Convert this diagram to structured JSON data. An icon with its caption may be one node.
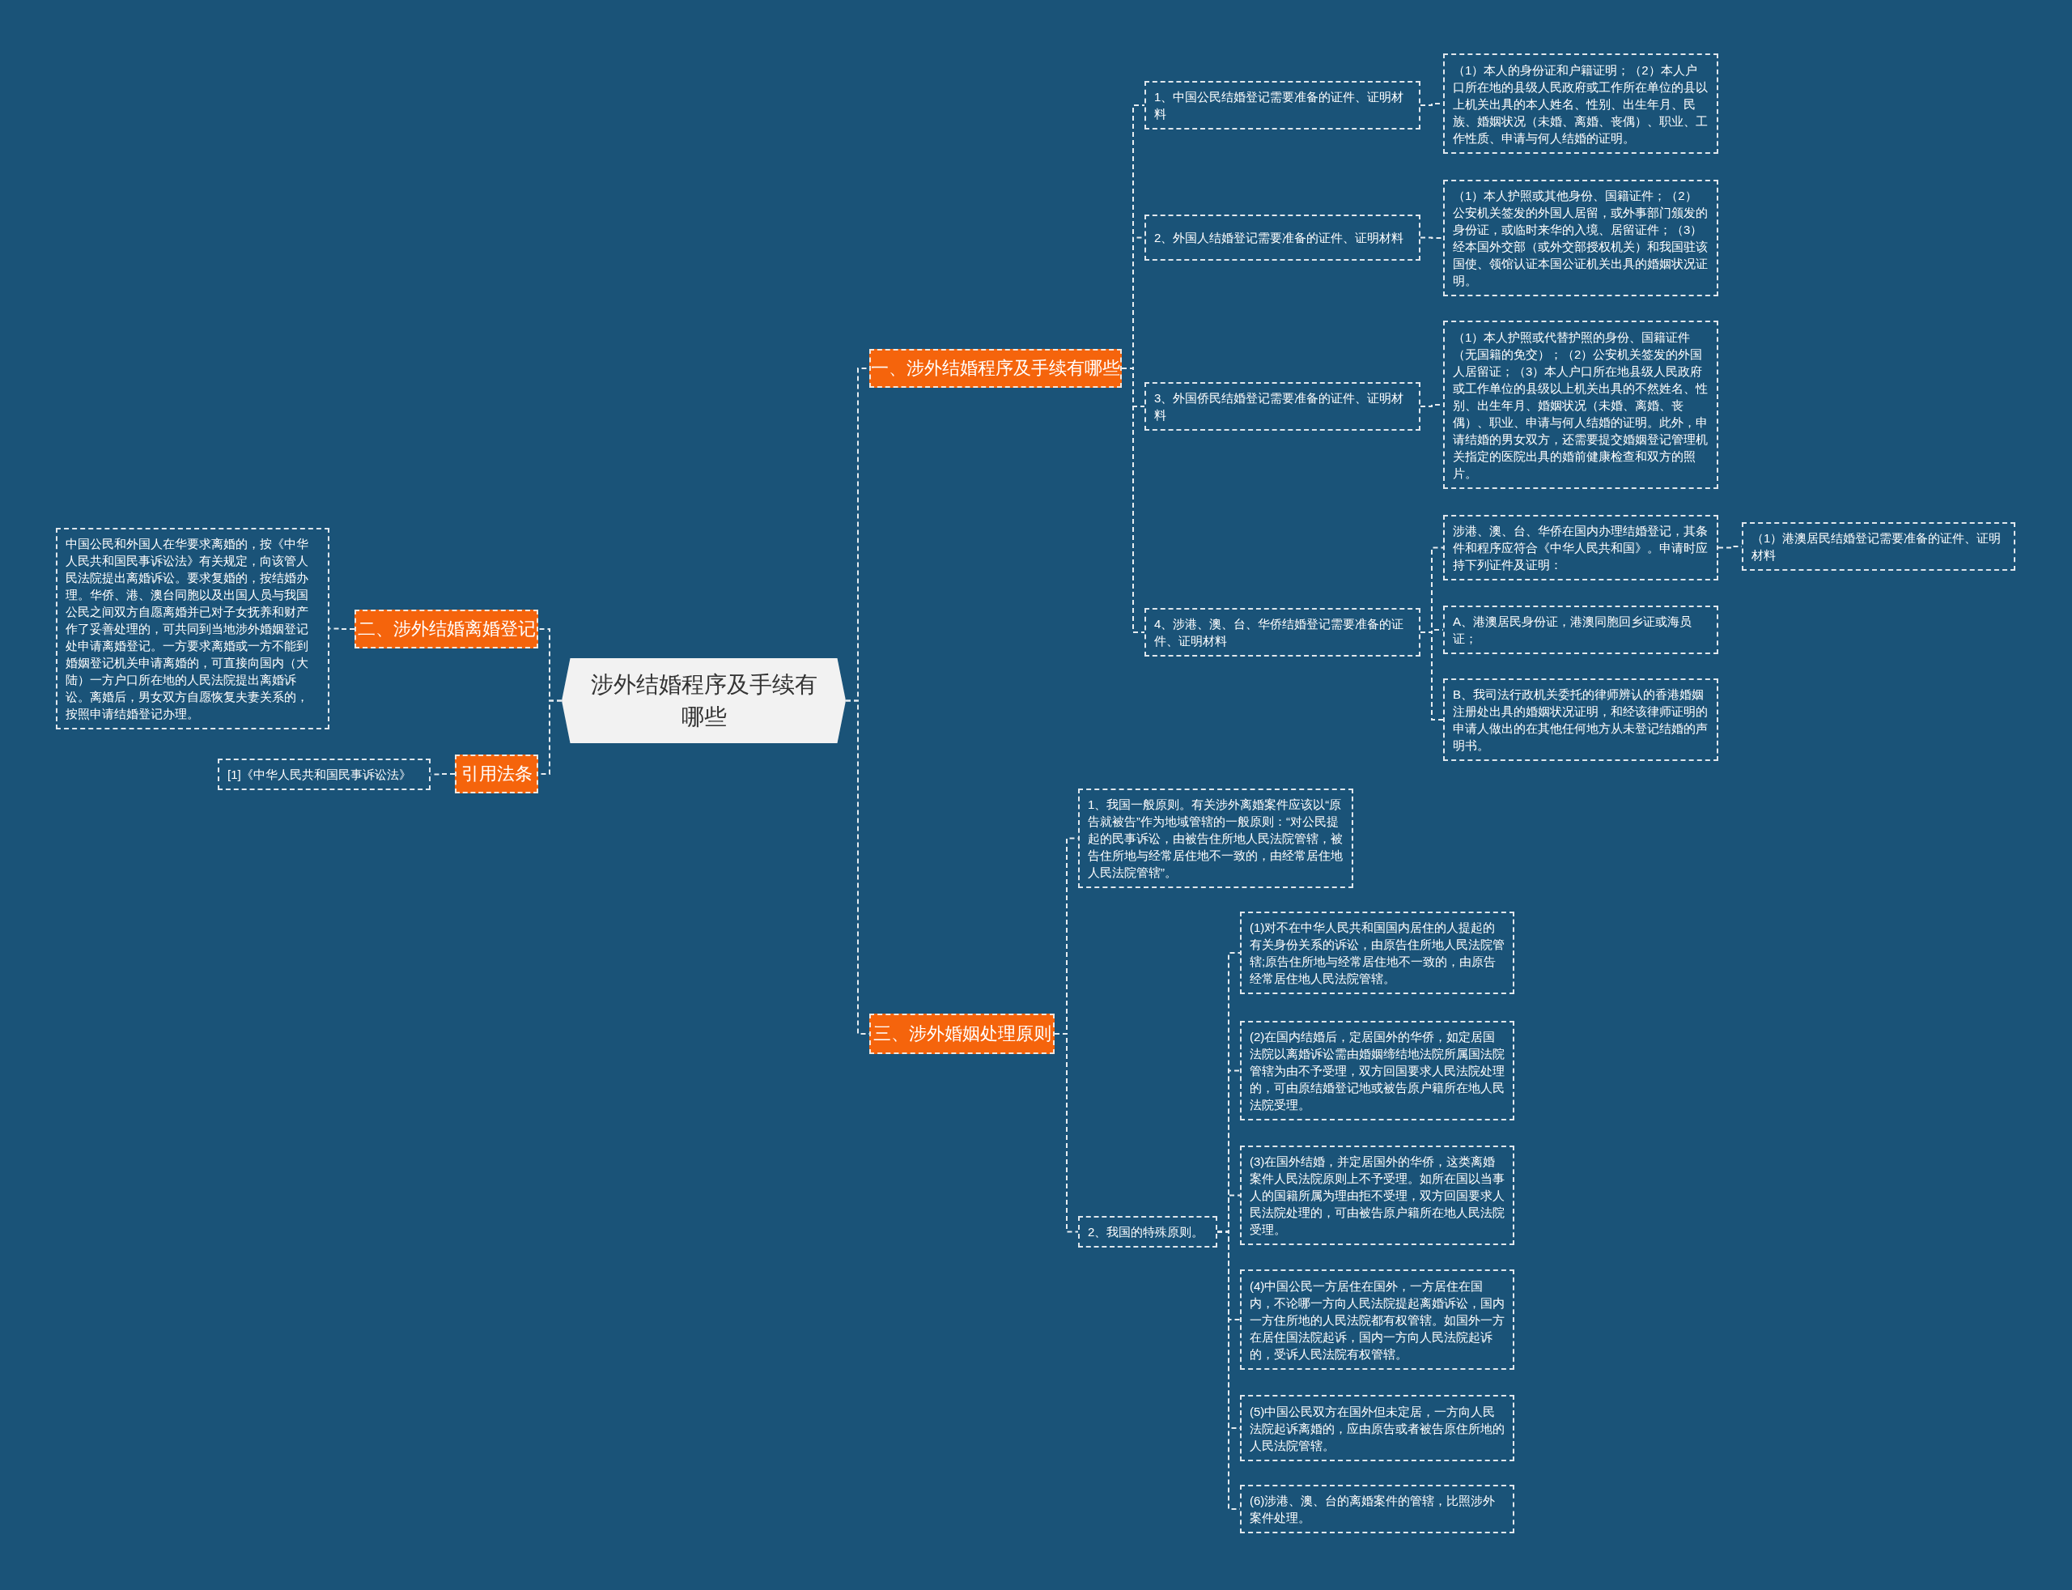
{
  "diagram": {
    "nodes": [
      {
        "text": [
          "涉外结婚程序及手续有哪些"
        ]
      },
      {
        "text": [
          "一、涉外结婚程序及手续有哪些"
        ]
      },
      {
        "text": [
          "1、中国公民结婚登记需要准备的证件、证明材料"
        ]
      },
      {
        "text": [
          "（1）本人的身份证和户籍证明；（2）本人户口所在地的县级人民政府或工作所在单位的县以上机关出具的本人姓名、性别、出生年月、民族、婚姻状况（未婚、离婚、丧偶）、职业、工作性质、申请与何人结婚的证明。"
        ]
      },
      {
        "text": [
          "2、外国人结婚登记需要准备的证件、证明材料"
        ]
      },
      {
        "text": [
          "（1）本人护照或其他身份、国籍证件；（2）公安机关签发的外国人居留，或外事部门颁发的身份证，或临时来华的入境、居留证件；（3）经本国外交部（或外交部授权机关）和我国驻该国使、领馆认证本国公证机关出具的婚姻状况证明。"
        ]
      },
      {
        "text": [
          "3、外国侨民结婚登记需要准备的证件、证明材料"
        ]
      },
      {
        "text": [
          "（1）本人护照或代替护照的身份、国籍证件（无国籍的免交）；（2）公安机关签发的外国人居留证；（3）本人户口所在地县级人民政府或工作单位的县级以上机关出具的不然姓名、性别、出生年月、婚姻状况（未婚、离婚、丧偶）、职业、申请与何人结婚的证明。此外，申请结婚的男女双方，还需要提交婚姻登记管理机关指定的医院出具的婚前健康检查和双方的照片。"
        ]
      },
      {
        "text": [
          "4、涉港、澳、台、华侨结婚登记需要准备的证件、证明材料"
        ]
      },
      {
        "text": [
          "涉港、澳、台、华侨在国内办理结婚登记，其条件和程序应符合《中华人民共和国》。申请时应持下列证件及证明："
        ]
      },
      {
        "text": [
          "（1）港澳居民结婚登记需要准备的证件、证明材料"
        ]
      },
      {
        "text": [
          "A、港澳居民身份证，港澳同胞回乡证或海员证；"
        ]
      },
      {
        "text": [
          "B、我司法行政机关委托的律师辨认的香港婚姻注册处出具的婚姻状况证明，和经该律师证明的申请人做出的在其他任何地方从未登记结婚的声明书。"
        ]
      },
      {
        "text": [
          "二、涉外结婚离婚登记"
        ]
      },
      {
        "text": [
          "中国公民和外国人在华要求离婚的，按《中华人民共和国民事诉讼法》有关规定，向该管人民法院提出离婚诉讼。要求复婚的，按结婚办理。华侨、港、澳台同胞以及出国人员与我国公民之间双方自愿离婚并已对子女抚养和财产作了妥善处理的，可共同到当地涉外婚姻登记处申请离婚登记。一方要求离婚或一方不能到婚姻登记机关申请离婚的，可直接向国内（大陆）一方户口所在地的人民法院提出离婚诉讼。离婚后，男女双方自愿恢复夫妻关系的，按照申请结婚登记办理。"
        ]
      },
      {
        "text": [
          "引用法条"
        ]
      },
      {
        "text": [
          "[1]《中华人民共和国民事诉讼法》"
        ]
      },
      {
        "text": [
          "三、涉外婚姻处理原则"
        ]
      },
      {
        "text": [
          "1、我国一般原则。有关涉外离婚案件应该以“原告就被告”作为地域管辖的一般原则：“对公民提起的民事诉讼，由被告住所地人民法院管辖，被告住所地与经常居住地不一致的，由经常居住地人民法院管辖”。"
        ]
      },
      {
        "text": [
          "2、我国的特殊原则。"
        ]
      },
      {
        "text": [
          "(1)对不在中华人民共和国国内居住的人提起的有关身份关系的诉讼，由原告住所地人民法院管辖;原告住所地与经常居住地不一致的，由原告经常居住地人民法院管辖。"
        ]
      },
      {
        "text": [
          "(2)在国内结婚后，定居国外的华侨，如定居国法院以离婚诉讼需由婚姻缔结地法院所属国法院管辖为由不予受理，双方回国要求人民法院处理的，可由原结婚登记地或被告原户籍所在地人民法院受理。"
        ]
      },
      {
        "text": [
          "(3)在国外结婚，并定居国外的华侨，这类离婚案件人民法院原则上不予受理。如所在国以当事人的国籍所属为理由拒不受理，双方回国要求人民法院处理的，可由被告原户籍所在地人民法院受理。"
        ]
      },
      {
        "text": [
          "(4)中国公民一方居住在国外，一方居住在国内，不论哪一方向人民法院提起离婚诉讼，国内一方住所地的人民法院都有权管辖。如国外一方在居住国法院起诉，国内一方向人民法院起诉的，受诉人民法院有权管辖。"
        ]
      },
      {
        "text": [
          "(5)中国公民双方在国外但未定居，一方向人民法院起诉离婚的，应由原告或者被告原住所地的人民法院管辖。"
        ]
      },
      {
        "text": [
          "(6)涉港、澳、台的离婚案件的管辖，比照涉外案件处理。"
        ]
      }
    ],
    "edges": [
      {
        "from": 0,
        "to": 1,
        "arrow": "none"
      },
      {
        "from": 1,
        "to": 2,
        "arrow": "none"
      },
      {
        "from": 2,
        "to": 3,
        "arrow": "none"
      },
      {
        "from": 1,
        "to": 4,
        "arrow": "none"
      },
      {
        "from": 4,
        "to": 5,
        "arrow": "none"
      },
      {
        "from": 1,
        "to": 6,
        "arrow": "none"
      },
      {
        "from": 6,
        "to": 7,
        "arrow": "none"
      },
      {
        "from": 1,
        "to": 8,
        "arrow": "none"
      },
      {
        "from": 8,
        "to": 9,
        "arrow": "none"
      },
      {
        "from": 9,
        "to": 10,
        "arrow": "none"
      },
      {
        "from": 8,
        "to": 11,
        "arrow": "none"
      },
      {
        "from": 8,
        "to": 12,
        "arrow": "none"
      },
      {
        "from": 0,
        "to": 13,
        "arrow": "none"
      },
      {
        "from": 13,
        "to": 14,
        "arrow": "none"
      },
      {
        "from": 0,
        "to": 15,
        "arrow": "none"
      },
      {
        "from": 15,
        "to": 16,
        "arrow": "none"
      },
      {
        "from": 0,
        "to": 17,
        "arrow": "none"
      },
      {
        "from": 17,
        "to": 18,
        "arrow": "none"
      },
      {
        "from": 17,
        "to": 19,
        "arrow": "none"
      },
      {
        "from": 19,
        "to": 20,
        "arrow": "none"
      },
      {
        "from": 19,
        "to": 21,
        "arrow": "none"
      },
      {
        "from": 19,
        "to": 22,
        "arrow": "none"
      },
      {
        "from": 19,
        "to": 23,
        "arrow": "none"
      },
      {
        "from": 19,
        "to": 24,
        "arrow": "none"
      },
      {
        "from": 19,
        "to": 25,
        "arrow": "none"
      }
    ]
  }
}
